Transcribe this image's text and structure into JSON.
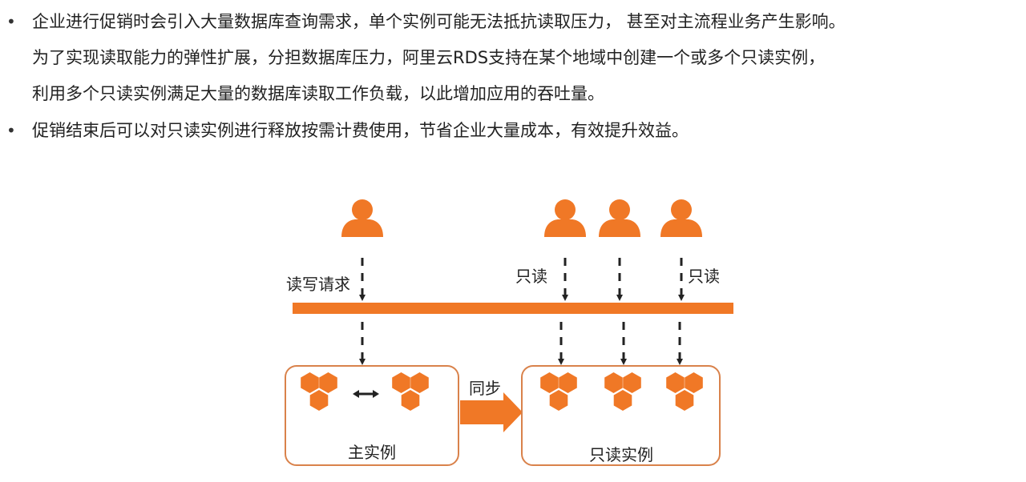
{
  "bullets": [
    {
      "lines": [
        "企业进行促销时会引入大量数据库查询需求，单个实例可能无法抵抗读取压力， 甚至对主流程业务产生影响。",
        "为了实现读取能力的弹性扩展，分担数据库压力，阿里云RDS支持在某个地域中创建一个或多个只读实例，",
        "利用多个只读实例满足大量的数据库读取工作负载，以此增加应用的吞吐量。"
      ]
    },
    {
      "lines": [
        "促销结束后可以对只读实例进行释放按需计费使用，节省企业大量成本，有效提升效益。"
      ]
    }
  ],
  "bullet_symbol": "•",
  "diagram": {
    "read_write_label": "读写请求",
    "readonly_label_left": "只读",
    "readonly_label_right": "只读",
    "sync_label": "同步",
    "primary_instance_label": "主实例",
    "readonly_instance_label": "只读实例",
    "colors": {
      "orange": "#f07826",
      "arrow": "#222222",
      "box_border": "#d9824b"
    }
  }
}
